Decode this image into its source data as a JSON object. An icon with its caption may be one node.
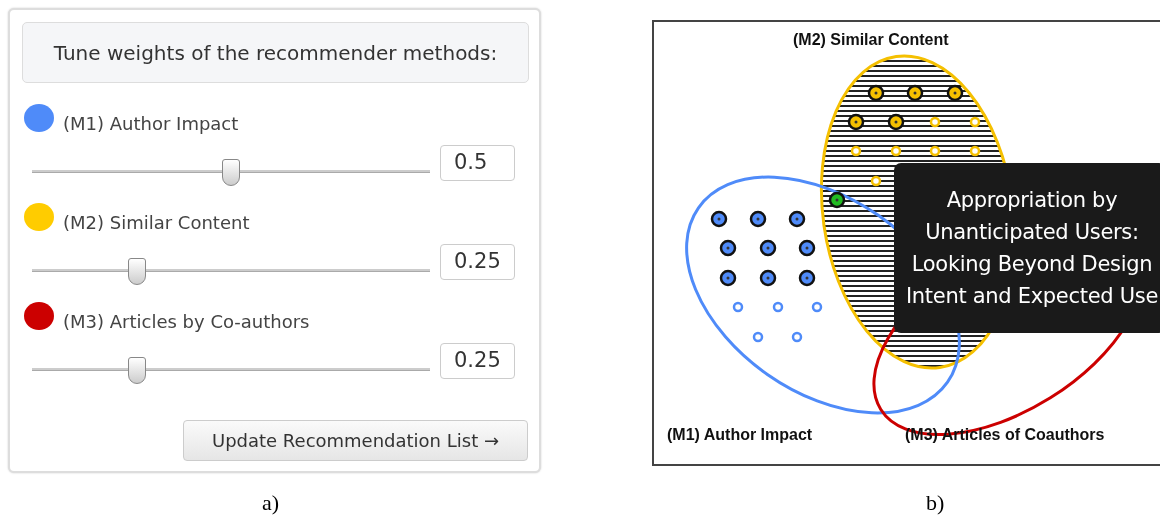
{
  "diagram": {
    "nodes": [
      {
        "text": [
          "Tune weights of the recommender methods:"
        ]
      },
      {
        "text": [
          "Appropriation by Unanticipated Users: Looking Beyond Design Intent and Expected Use"
        ]
      }
    ],
    "edges": [],
    "labels": [
      "0.5",
      "0.25",
      "0.25",
      "Update Recommendation List →",
      "(M2) Similar Content",
      "(M1) Author Impact",
      "(M3) Articles of Coauthors",
      "a)",
      "b)"
    ],
    "legend": [
      {
        "text": "(M1) Author Impact",
        "color": "#4f8bf9"
      },
      {
        "text": "(M2) Similar Content",
        "color": "#ffcc00"
      },
      {
        "text": "(M3) Articles by Co-authors",
        "color": "#cc0000"
      }
    ]
  }
}
